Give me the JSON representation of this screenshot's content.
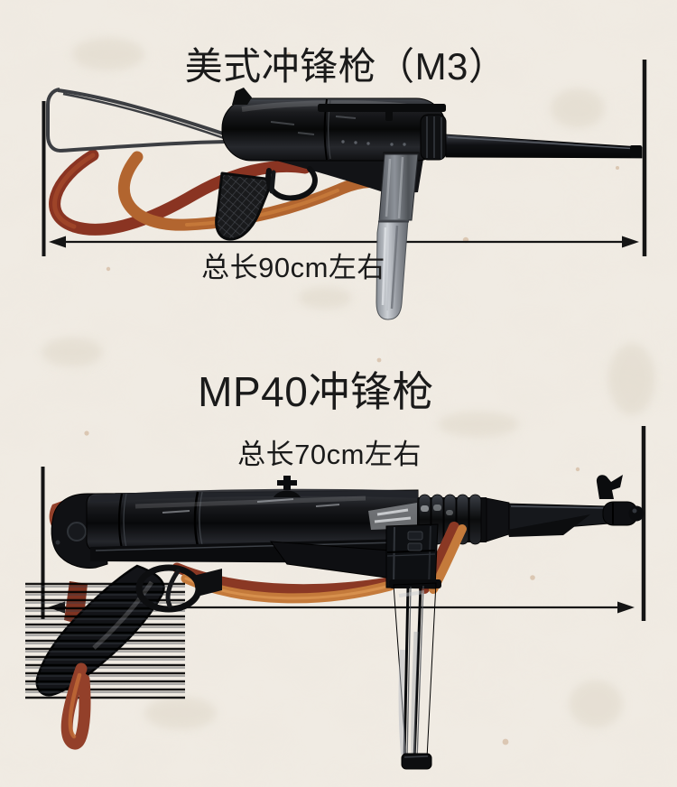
{
  "colors": {
    "page-bg": "#f0ebe3",
    "ink": "#1a1a1a",
    "sling-dark": "#8a3824",
    "sling-light": "#c47a3b",
    "gun-black": "#0d0e10",
    "magazine-silver": "#b9bec6"
  },
  "products": [
    {
      "title": "美式冲锋枪（M3）",
      "length_label": "总长90cm左右",
      "photo_alt": "M3 submachine gun replica with wire stock, crossed leather sling and silver magazine"
    },
    {
      "title": "MP40冲锋枪",
      "length_label": "总长70cm左右",
      "photo_alt": "MP40 submachine gun replica with leather sling and long vertical magazine"
    }
  ]
}
